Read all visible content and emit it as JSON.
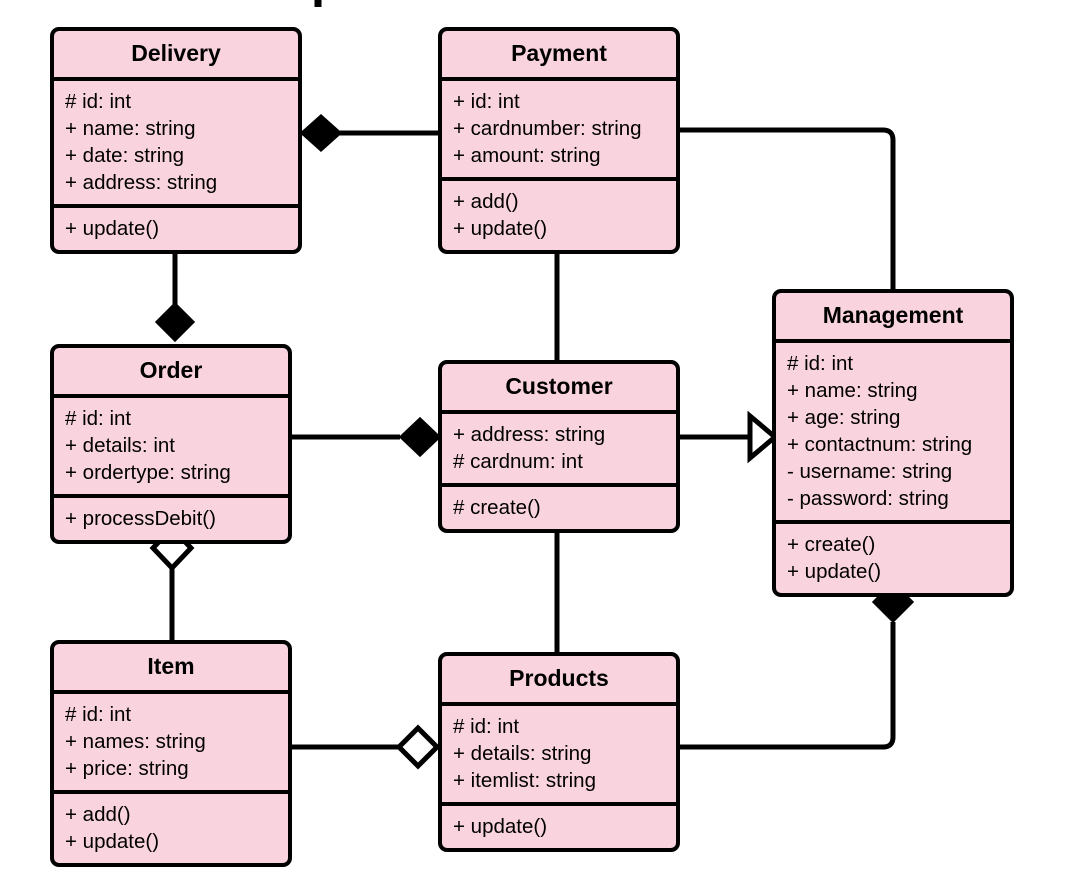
{
  "diagram": {
    "kind": "uml-class-diagram",
    "background_color": "#ffffff",
    "class_fill_color": "#f9d3de",
    "class_border_color": "#000000",
    "connector_color": "#000000"
  },
  "classes": {
    "delivery": {
      "name": "Delivery",
      "attributes": [
        "# id: int",
        "+ name: string",
        "+ date: string",
        "+ address: string"
      ],
      "methods": [
        "+ update()"
      ]
    },
    "payment": {
      "name": "Payment",
      "attributes": [
        "+ id: int",
        "+ cardnumber: string",
        "+ amount: string"
      ],
      "methods": [
        "+ add()",
        "+ update()"
      ]
    },
    "management": {
      "name": "Management",
      "attributes": [
        "# id: int",
        "+ name: string",
        "+ age: string",
        "+ contactnum: string",
        "- username: string",
        "- password: string"
      ],
      "methods": [
        "+ create()",
        "+ update()"
      ]
    },
    "order": {
      "name": "Order",
      "attributes": [
        "# id: int",
        "+ details: int",
        "+ ordertype: string"
      ],
      "methods": [
        "+ processDebit()"
      ]
    },
    "customer": {
      "name": "Customer",
      "attributes": [
        "+ address: string",
        "# cardnum: int"
      ],
      "methods": [
        "# create()"
      ]
    },
    "item": {
      "name": "Item",
      "attributes": [
        "# id: int",
        "+ names: string",
        "+ price: string"
      ],
      "methods": [
        "+ add()",
        "+ update()"
      ]
    },
    "products": {
      "name": "Products",
      "attributes": [
        "# id: int",
        "+ details: string",
        "+ itemlist: string"
      ],
      "methods": [
        "+ update()"
      ]
    }
  },
  "relationships": [
    {
      "id": "payment-delivery",
      "from": "Payment",
      "to": "Delivery",
      "type": "composition",
      "marker": "filled-diamond",
      "marker_at": "Delivery"
    },
    {
      "id": "delivery-order",
      "from": "Delivery",
      "to": "Order",
      "type": "composition",
      "marker": "filled-diamond",
      "marker_at": "Order"
    },
    {
      "id": "payment-customer",
      "from": "Payment",
      "to": "Customer",
      "type": "association",
      "marker": "none",
      "marker_at": ""
    },
    {
      "id": "payment-management",
      "from": "Payment",
      "to": "Management",
      "type": "association",
      "marker": "none",
      "marker_at": ""
    },
    {
      "id": "order-customer",
      "from": "Order",
      "to": "Customer",
      "type": "composition",
      "marker": "filled-diamond",
      "marker_at": "Customer"
    },
    {
      "id": "customer-management",
      "from": "Customer",
      "to": "Management",
      "type": "generalization",
      "marker": "hollow-triangle",
      "marker_at": "Management"
    },
    {
      "id": "order-item",
      "from": "Order",
      "to": "Item",
      "type": "aggregation",
      "marker": "hollow-diamond",
      "marker_at": "Order"
    },
    {
      "id": "customer-products",
      "from": "Customer",
      "to": "Products",
      "type": "association",
      "marker": "none",
      "marker_at": ""
    },
    {
      "id": "item-products",
      "from": "Item",
      "to": "Products",
      "type": "aggregation",
      "marker": "hollow-diamond",
      "marker_at": "Products"
    },
    {
      "id": "products-management",
      "from": "Products",
      "to": "Management",
      "type": "composition",
      "marker": "filled-diamond",
      "marker_at": "Management"
    }
  ]
}
